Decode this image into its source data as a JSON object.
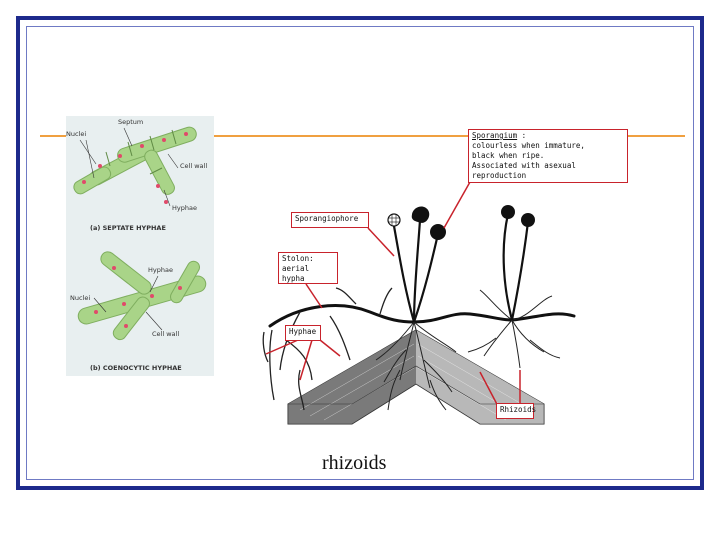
{
  "septate_panel": {
    "label_nuclei": "Nuclei",
    "label_septum": "Septum",
    "label_cell_wall": "Cell wall",
    "label_hyphae": "Hyphae",
    "caption": "(a) SEPTATE HYPHAE"
  },
  "coenocytic_panel": {
    "label_hyphae": "Hyphae",
    "label_nuclei": "Nuclei",
    "label_cell_wall": "Cell wall",
    "caption": "(b) COENOCYTIC HYPHAE"
  },
  "callouts": {
    "sporangium_title": "Sporangium",
    "sporangium_line1": "colourless when immature,",
    "sporangium_line2": "black when ripe.",
    "sporangium_line3": "Associated with asexual reproduction",
    "sporangiophore": "Sporangiophore",
    "stolon_title": "Stolon:",
    "stolon_line": "aerial hypha",
    "hyphae": "Hyphae",
    "rhizoids": "Rhizoids"
  },
  "caption": "rhizoids",
  "colors": {
    "frame": "#1d2a8c",
    "rule": "#f0a040",
    "callout_border": "#c8232c",
    "hyphae_green": "#a9d488"
  }
}
